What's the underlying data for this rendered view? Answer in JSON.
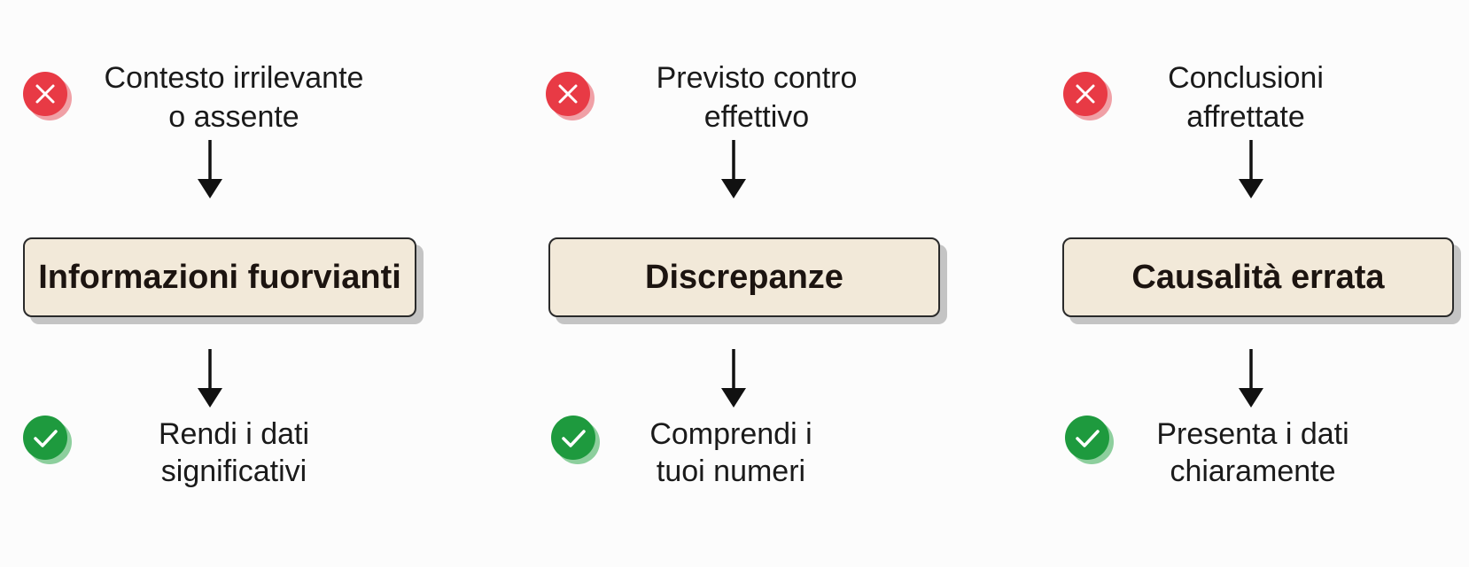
{
  "colors": {
    "error_red": "#e83a45",
    "error_shadow": "#f0a0a6",
    "success_green": "#1e9a3e",
    "success_shadow": "#8dcf9d",
    "box_fill": "#f2e9d9",
    "box_border": "#2a2a2a",
    "box_shadow": "#c4c4c4",
    "arrow": "#111111"
  },
  "icons": {
    "problem": "x-circle-icon",
    "solution": "check-circle-icon",
    "connector": "arrow-down-icon"
  },
  "columns": [
    {
      "problem": {
        "line1": "Contesto irrilevante",
        "line2": "o assente"
      },
      "concept": "Informazioni fuorvianti",
      "solution": {
        "line1": "Rendi i dati",
        "line2": "significativi"
      }
    },
    {
      "problem": {
        "line1": "Previsto contro",
        "line2": "effettivo"
      },
      "concept": "Discrepanze",
      "solution": {
        "line1": "Comprendi i",
        "line2": "tuoi numeri"
      }
    },
    {
      "problem": {
        "line1": "Conclusioni",
        "line2": "affrettate"
      },
      "concept": "Causalità errata",
      "solution": {
        "line1": "Presenta i dati",
        "line2": "chiaramente"
      }
    }
  ]
}
